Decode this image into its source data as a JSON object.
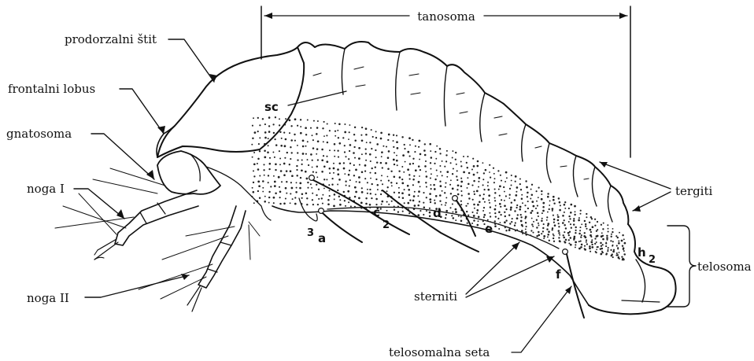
{
  "labels": {
    "tanosoma": "tanosoma",
    "prodorzalni_stit": "prodorzalni štit",
    "frontalni_lobus": "frontalni lobus",
    "gnatosoma": "gnatosoma",
    "noga_1": "noga I",
    "noga_2": "noga II",
    "tergiti": "tergiti",
    "telosoma": "telosoma",
    "sterniti": "sterniti",
    "telosomalna_seta": "telosomalna seta"
  },
  "setae": {
    "sc": "sc",
    "c": "c",
    "c_sub": "2",
    "a_pre": "3",
    "a": "a",
    "d": "d",
    "e": "e",
    "f": "f",
    "h": "h",
    "h_sub": "2"
  }
}
